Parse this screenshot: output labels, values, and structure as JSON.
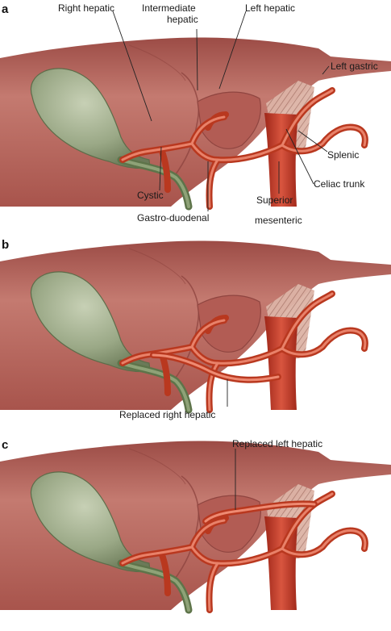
{
  "colors": {
    "liver": "#b8625a",
    "liver_dark": "#8f4540",
    "gallbladder": "#97a483",
    "artery": "#d5533f",
    "artery_light": "#ef8a72",
    "aorta": "#b9301f",
    "duct": "#6e8559"
  },
  "panels": [
    {
      "letter": "a",
      "labels": {
        "right_hepatic": "Right hepatic",
        "intermediate_hepatic_1": "Intermediate",
        "intermediate_hepatic_2": "hepatic",
        "left_hepatic": "Left hepatic",
        "left_gastric": "Left gastric",
        "splenic": "Splenic",
        "celiac_trunk": "Celiac trunk",
        "cystic": "Cystic",
        "gastroduodenal": "Gastro-duodenal",
        "superior_mesenteric_1": "Superior",
        "superior_mesenteric_2": "mesenteric"
      }
    },
    {
      "letter": "b",
      "labels": {
        "replaced_right_hepatic": "Replaced right hepatic"
      }
    },
    {
      "letter": "c",
      "labels": {
        "replaced_left_hepatic": "Replaced left hepatic"
      }
    }
  ]
}
